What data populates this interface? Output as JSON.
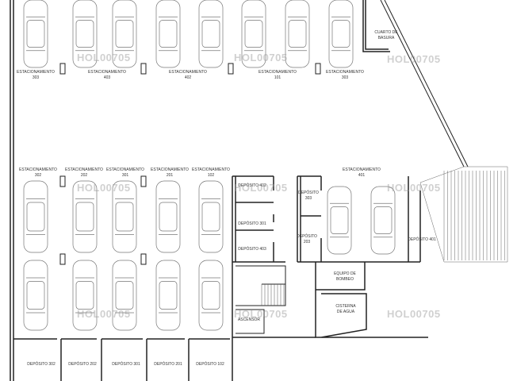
{
  "watermark": "HOL00705",
  "colors": {
    "line": "#222222",
    "car": "#777777",
    "watermark": "#b4b4b4"
  },
  "parking_top": [
    {
      "label": "ESTACIONAMIENTO",
      "number": "303"
    },
    {
      "label": "ESTACIONAMIENTO",
      "number": "403"
    },
    {
      "label": "ESTACIONAMIENTO",
      "number": "402"
    },
    {
      "label": "ESTACIONAMIENTO",
      "number": "101"
    },
    {
      "label": "ESTACIONAMIENTO",
      "number": "303"
    }
  ],
  "parking_middle": [
    {
      "label": "ESTACIONAMIENTO",
      "number": "302"
    },
    {
      "label": "ESTACIONAMIENTO",
      "number": "202"
    },
    {
      "label": "ESTACIONAMIENTO",
      "number": "301"
    },
    {
      "label": "ESTACIONAMIENTO",
      "number": "201"
    },
    {
      "label": "ESTACIONAMIENTO",
      "number": "102"
    },
    {
      "label": "ESTACIONAMIENTO",
      "number": "401"
    }
  ],
  "deposits_core": [
    "DEPÓSITO 402",
    "DEPÓSITO 301",
    "DEPÓSITO 403"
  ],
  "deposits_right": [
    {
      "label": "DEPÓSITO",
      "number": "303"
    },
    {
      "label": "DEPÓSITO",
      "number": "203"
    },
    {
      "label": "DEPÓSITO",
      "number": "401"
    }
  ],
  "deposits_bottom": [
    "DEPÓSITO 302",
    "DEPÓSITO 202",
    "DEPÓSITO 301",
    "DEPÓSITO 201",
    "DEPÓSITO 102"
  ],
  "rooms": {
    "trash": {
      "line1": "CUARTO DE",
      "line2": "BASURA"
    },
    "pump": {
      "line1": "EQUIPO DE",
      "line2": "BOMBEO"
    },
    "cistern": {
      "line1": "CISTERNA",
      "line2": "DE AGUA"
    },
    "elevator": "ASCENSOR"
  }
}
